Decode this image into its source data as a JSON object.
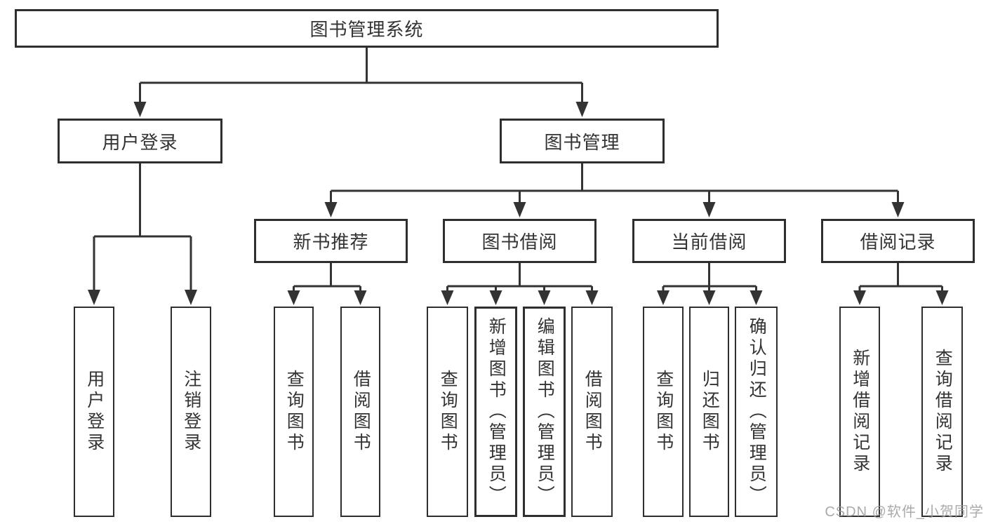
{
  "colors": {
    "line": "#333333",
    "box_border": "#2e2e2e",
    "text": "#333333",
    "watermark": "#9b9b9b",
    "background": "#ffffff"
  },
  "root": {
    "label": "图书管理系统"
  },
  "level1": [
    {
      "label": "用户登录"
    },
    {
      "label": "图书管理"
    }
  ],
  "level2": [
    {
      "label": "新书推荐"
    },
    {
      "label": "图书借阅"
    },
    {
      "label": "当前借阅"
    },
    {
      "label": "借阅记录"
    }
  ],
  "leaves": {
    "user_login": [
      "用户登录",
      "注销登录"
    ],
    "new_book_recommend": [
      "查询图书",
      "借阅图书"
    ],
    "book_borrow": [
      "查询图书",
      "新增图书（管理员）",
      "编辑图书（管理员）",
      "借阅图书"
    ],
    "current_borrow": [
      "查询图书",
      "归还图书",
      "确认归还（管理员）"
    ],
    "borrow_records": [
      "新增借阅记录",
      "查询借阅记录"
    ]
  },
  "watermark": "CSDN @软件_小贺同学"
}
